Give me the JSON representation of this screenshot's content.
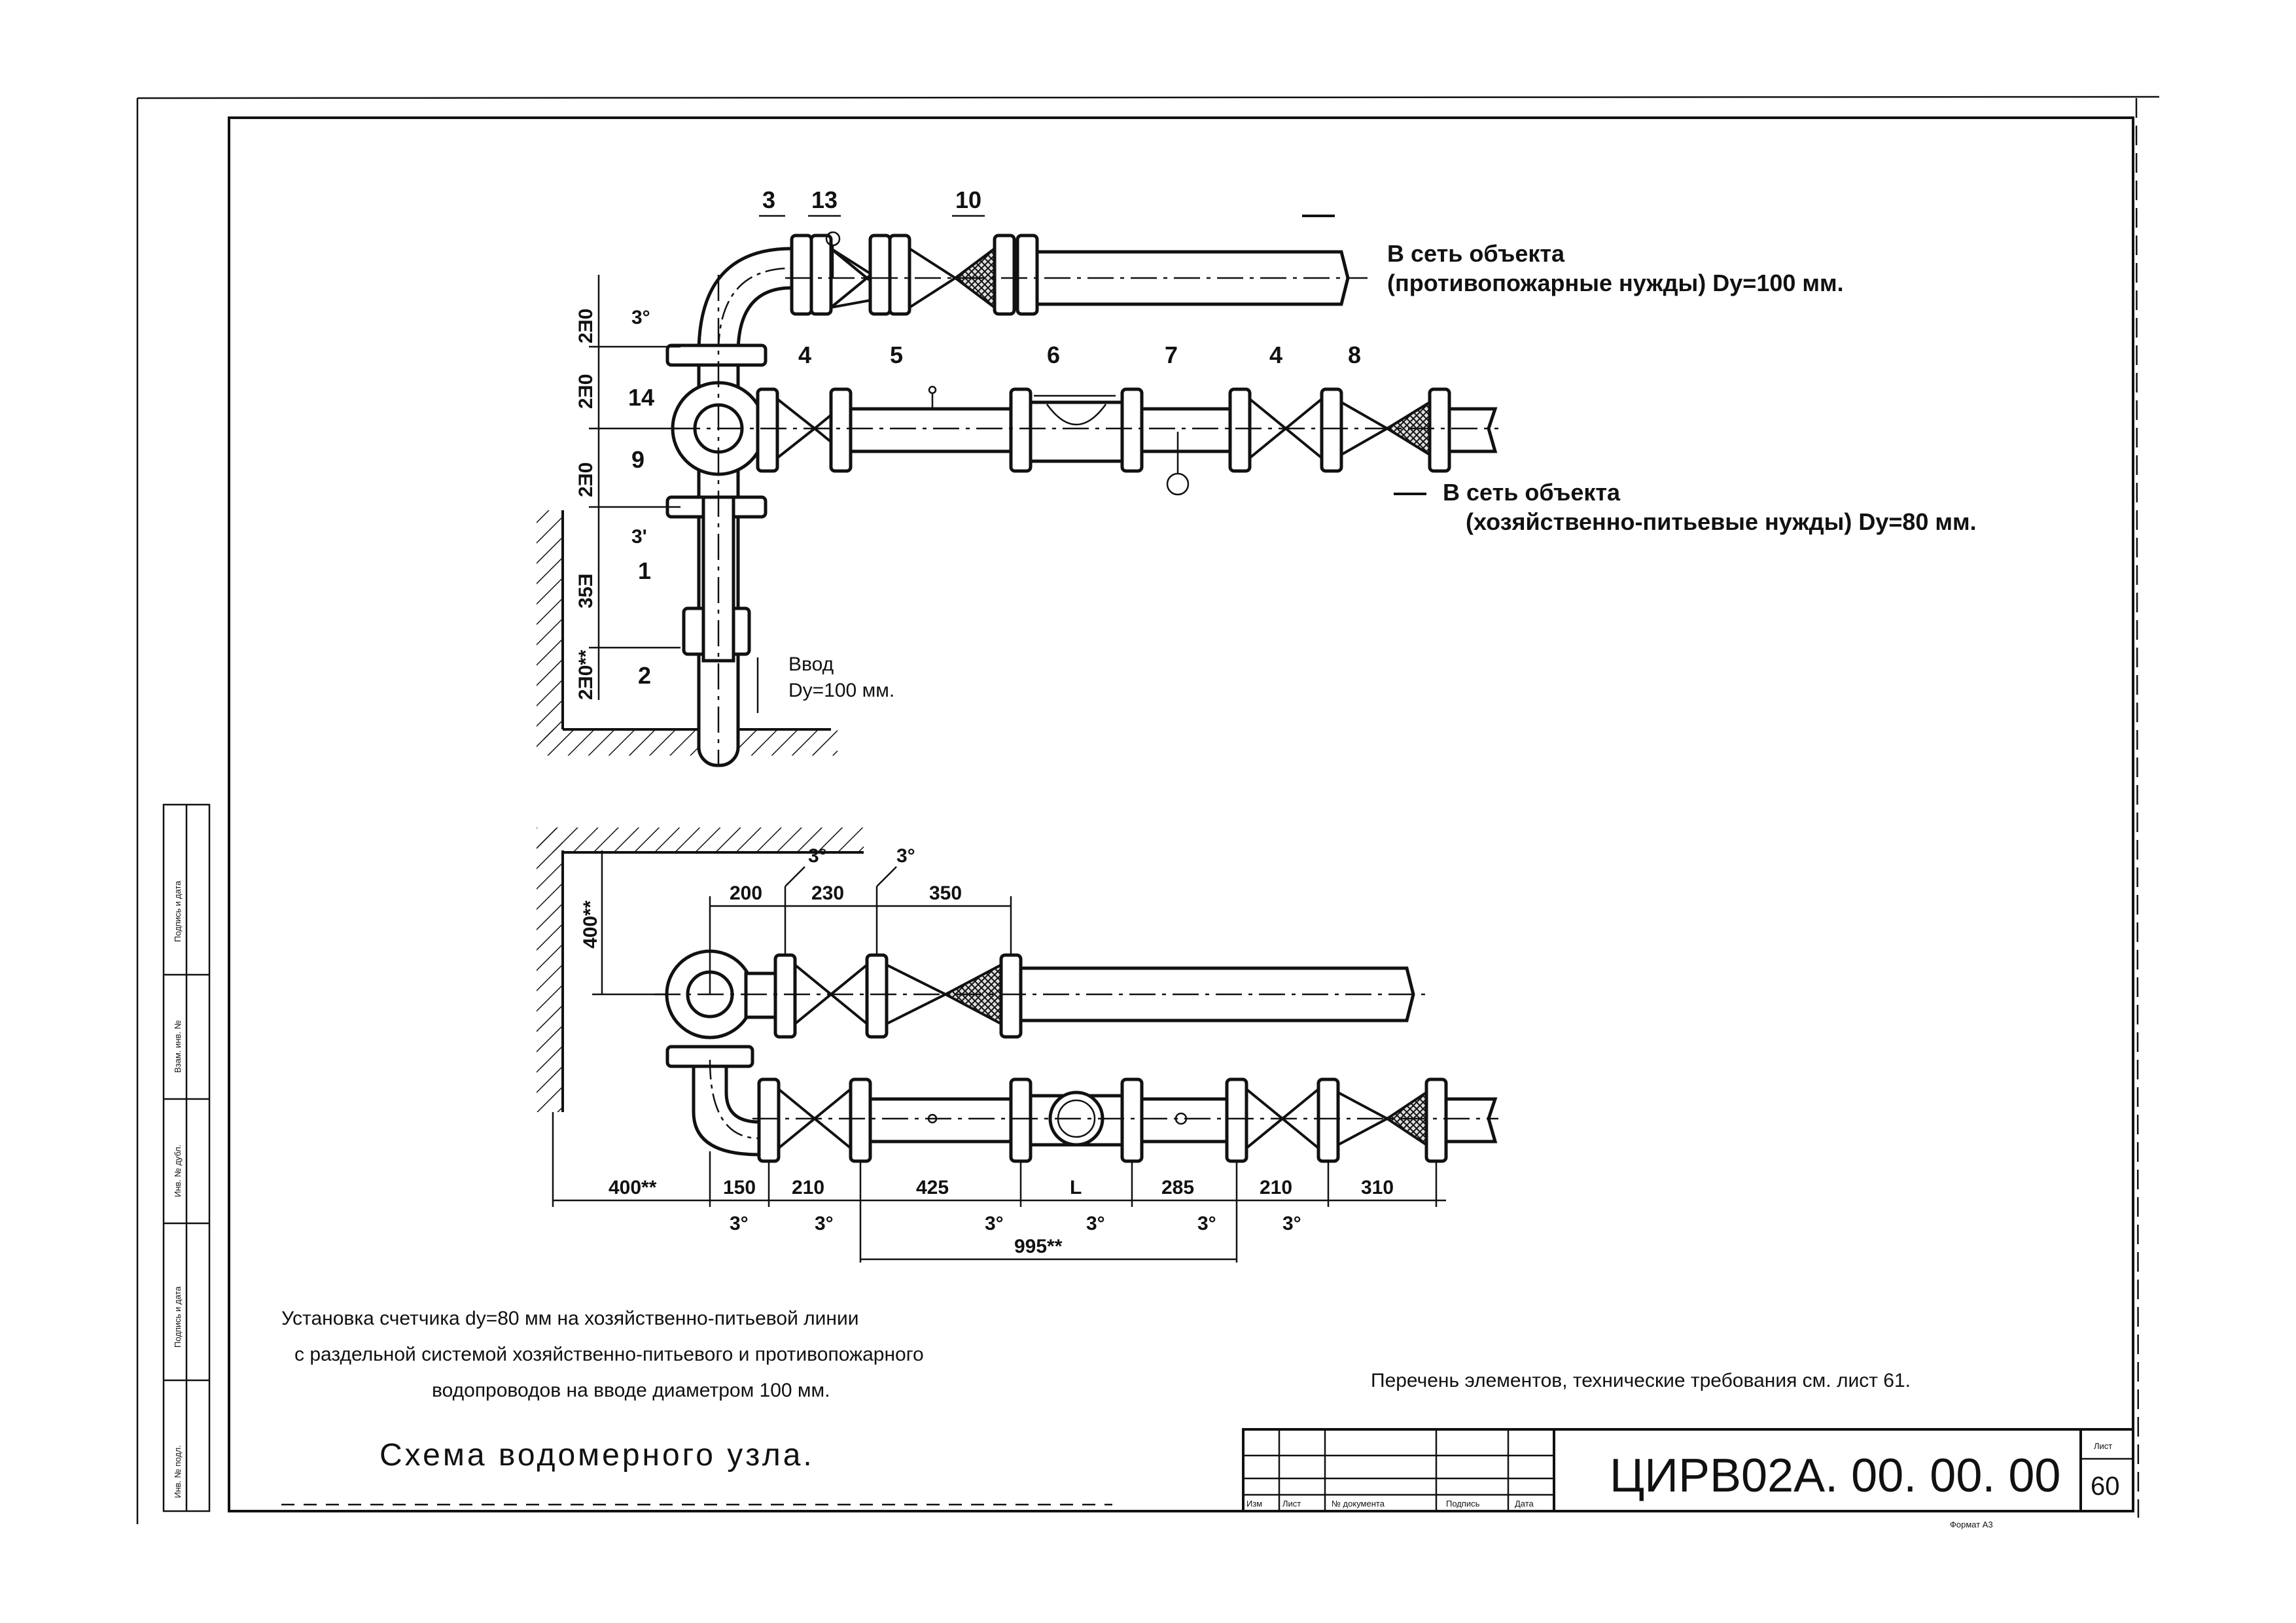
{
  "labels": {
    "top": [
      "3",
      "13",
      "10",
      "4",
      "5",
      "6",
      "7",
      "4",
      "8",
      "14",
      "9",
      "1",
      "2"
    ],
    "dn_vert_top": [
      "2Ǝ0",
      "2Ǝ0",
      "2Ǝ0",
      "35Ǝ",
      "2Ǝ0**"
    ],
    "inlet_label": "Ввод",
    "inlet_dn": "Dy=100 мм.",
    "angle": "3°",
    "angle_alt": "3'"
  },
  "outlets": {
    "fire_line1": "В сеть объекта",
    "fire_line2": "(противопожарные нужды) Dy=100 мм.",
    "potable_line1": "В сеть объекта",
    "potable_line2": "(хозяйственно-питьевые нужды) Dy=80 мм."
  },
  "plan_dims": {
    "top_row": [
      "200",
      "230",
      "350"
    ],
    "vertical": "400**",
    "bottom_row": [
      "400**",
      "150",
      "210",
      "425",
      "L",
      "285",
      "210",
      "310"
    ],
    "total": "995**"
  },
  "caption": {
    "line1": "Установка счетчика dy=80 мм  на хозяйственно-питьевой линии",
    "line2": "с раздельной  системой хозяйственно-питьевого и противопожарного",
    "line3": "водопроводов на вводе диаметром 100 мм.",
    "title": "Схема водомерного узла."
  },
  "reference_note": "Перечень элементов, технические требования см. лист 61.",
  "title_block": {
    "designation": "ЦИРВ02А. 00. 00. 00",
    "sheet_label": "Лист",
    "sheet_number": "60",
    "cols": [
      "Изм",
      "Лист",
      "№ документа",
      "Подпись",
      "Дата"
    ],
    "format": "Формат А3"
  },
  "side_stamp": [
    "Подпись и дата",
    "Взам. инв. №",
    "Инв. № дубл.",
    "Подпись и дата",
    "Инв. № подл."
  ]
}
